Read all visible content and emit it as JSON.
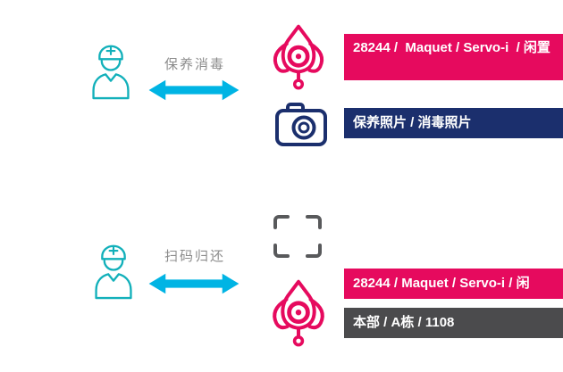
{
  "colors": {
    "teal": "#12b0ba",
    "cyan": "#00b4e4",
    "pink": "#e60a5e",
    "navy": "#1b2f6d",
    "dark_gray": "#4b4b4d",
    "scan_gray": "#58595b",
    "label_gray": "#8c8c8c"
  },
  "icons": {
    "actor": "nurse-icon",
    "exchange": "double-arrow-icon",
    "device": "ventilator-mask-icon",
    "photos": "camera-icon",
    "scan": "qr-scan-frame-icon"
  },
  "flows": {
    "maintain": {
      "label": "保养消毒",
      "device_tag": "28244 /  Maquet / Servo-i  / 闲置",
      "photos_tag": "保养照片 / 消毒照片"
    },
    "return": {
      "label": "扫码归还",
      "device_tag": "28244 /  Maquet / Servo-i  / 闲",
      "location_tag": "本部 / A栋 / 1108"
    }
  }
}
